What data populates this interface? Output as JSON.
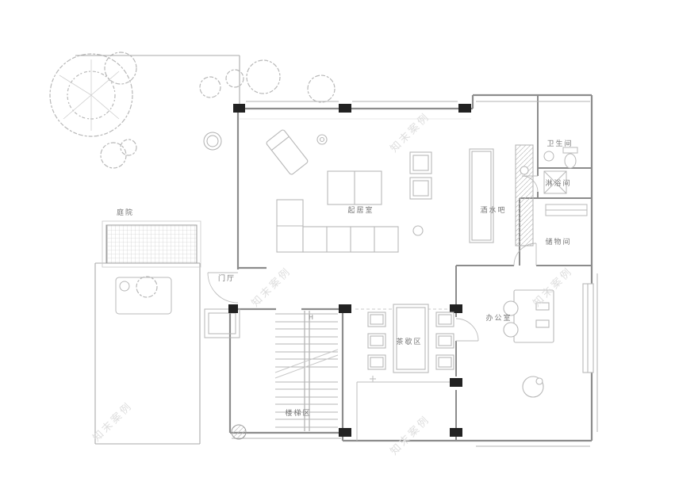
{
  "watermark": "知末案例",
  "rooms": {
    "courtyard": "庭院",
    "living_room": "起居室",
    "bar": "酒水吧",
    "bathroom": "卫生间",
    "shower_room": "淋浴间",
    "storage_room": "储物间",
    "office": "办公室",
    "tea_area": "茶歇区",
    "stair_area": "楼梯区",
    "foyer": "门厅"
  },
  "annotations": {
    "stair_mark": "H"
  },
  "colors": {
    "wall": "#8c8c8c",
    "furniture": "#b8b8b8",
    "column": "#222222",
    "label": "#777777",
    "watermark": "#dedede"
  }
}
